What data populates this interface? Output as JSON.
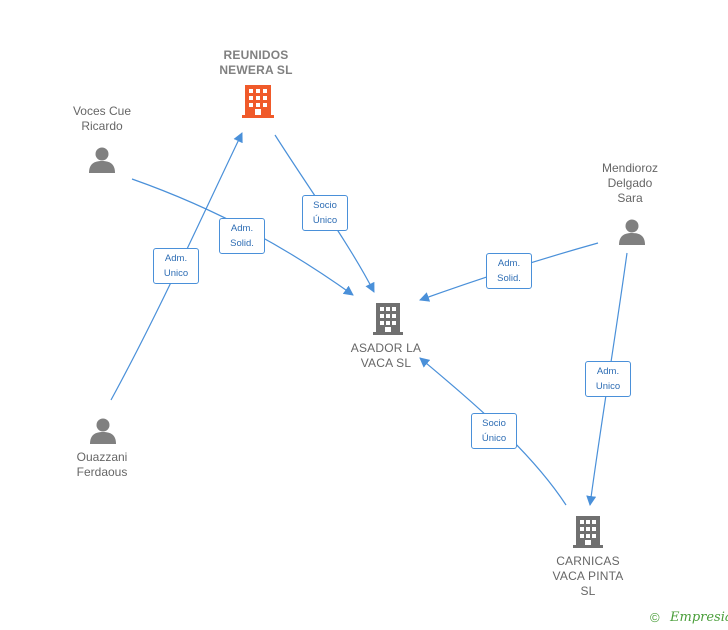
{
  "nodes": {
    "reunidos": {
      "line1": "REUNIDOS",
      "line2": "NEWERA  SL",
      "color": "#f05a2a"
    },
    "voces": {
      "line1": "Voces Cue",
      "line2": "Ricardo"
    },
    "mendioroz": {
      "line1": "Mendioroz",
      "line2": "Delgado",
      "line3": "Sara"
    },
    "asador": {
      "line1": "ASADOR LA",
      "line2": "VACA  SL"
    },
    "ouazzani": {
      "line1": "Ouazzani",
      "line2": "Ferdaous"
    },
    "carnicas": {
      "line1": "CARNICAS",
      "line2": "VACA PINTA",
      "line3": "SL"
    }
  },
  "edges": [
    {
      "id": "e1",
      "line1": "Adm.",
      "line2": "Solid."
    },
    {
      "id": "e2",
      "line1": "Adm.",
      "line2": "Unico"
    },
    {
      "id": "e3",
      "line1": "Socio",
      "line2": "Único"
    },
    {
      "id": "e4",
      "line1": "Adm.",
      "line2": "Solid."
    },
    {
      "id": "e5",
      "line1": "Adm.",
      "line2": "Unico"
    },
    {
      "id": "e6",
      "line1": "Socio",
      "line2": "Único"
    }
  ],
  "footer": {
    "copyright": "©",
    "brand": "Empresia"
  },
  "colors": {
    "edge": "#4a90d9",
    "person": "#808080",
    "company": "#707070",
    "highlight_company": "#f05a2a"
  }
}
